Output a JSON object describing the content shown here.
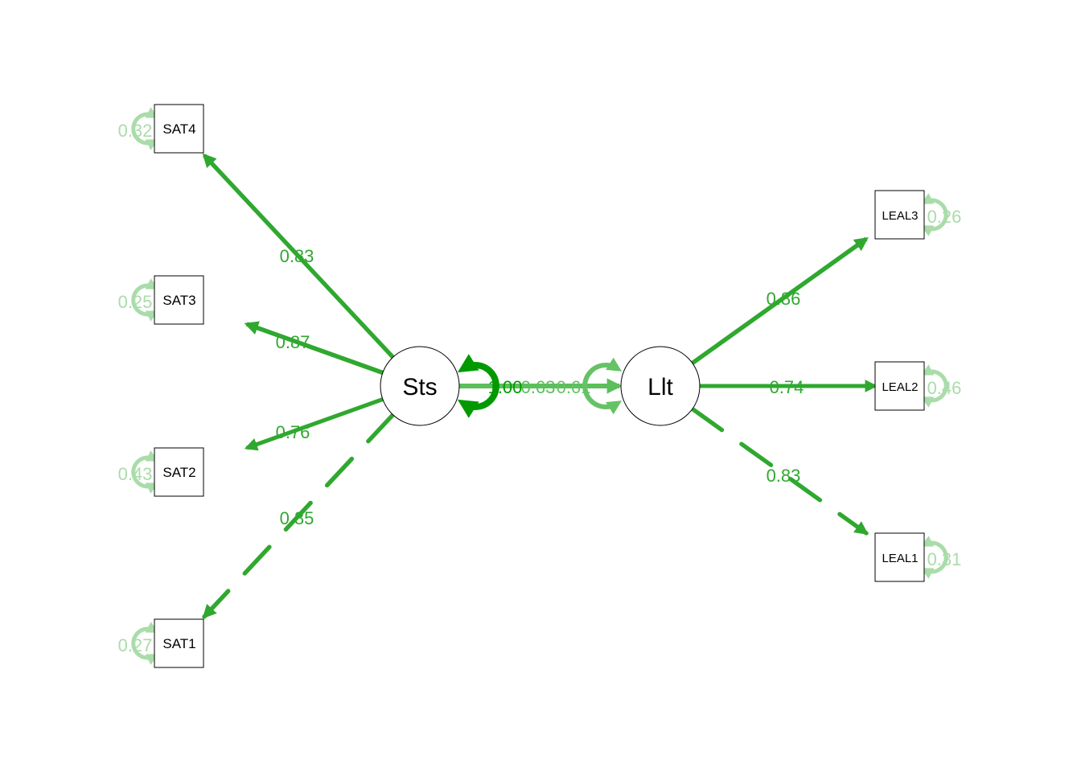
{
  "colors": {
    "loading": "#2fa82f",
    "latent_variance": "#009a00",
    "covariance": "#5cbf5c",
    "residual_latent": "#66c266",
    "residual_indicator": "#a9dca9",
    "node_stroke": "#000000"
  },
  "latents": [
    {
      "id": "Sts",
      "label": "Sts",
      "variance": "1.00"
    },
    {
      "id": "Llt",
      "label": "Llt",
      "variance": "0.61"
    }
  ],
  "indicators": [
    {
      "id": "SAT4",
      "label": "SAT4",
      "factor": "Sts",
      "loading": "0.83",
      "residual": "0.32",
      "fixed": false
    },
    {
      "id": "SAT3",
      "label": "SAT3",
      "factor": "Sts",
      "loading": "0.87",
      "residual": "0.25",
      "fixed": false
    },
    {
      "id": "SAT2",
      "label": "SAT2",
      "factor": "Sts",
      "loading": "0.76",
      "residual": "0.43",
      "fixed": false
    },
    {
      "id": "SAT1",
      "label": "SAT1",
      "factor": "Sts",
      "loading": "0.85",
      "residual": "0.27",
      "fixed": true
    },
    {
      "id": "LEAL3",
      "label": "LEAL3",
      "factor": "Llt",
      "loading": "0.86",
      "residual": "0.26",
      "fixed": false
    },
    {
      "id": "LEAL2",
      "label": "LEAL2",
      "factor": "Llt",
      "loading": "0.74",
      "residual": "0.46",
      "fixed": false
    },
    {
      "id": "LEAL1",
      "label": "LEAL1",
      "factor": "Llt",
      "loading": "0.83",
      "residual": "0.31",
      "fixed": true
    }
  ],
  "structural": {
    "from": "Sts",
    "to": "Llt",
    "value": "0.63"
  }
}
